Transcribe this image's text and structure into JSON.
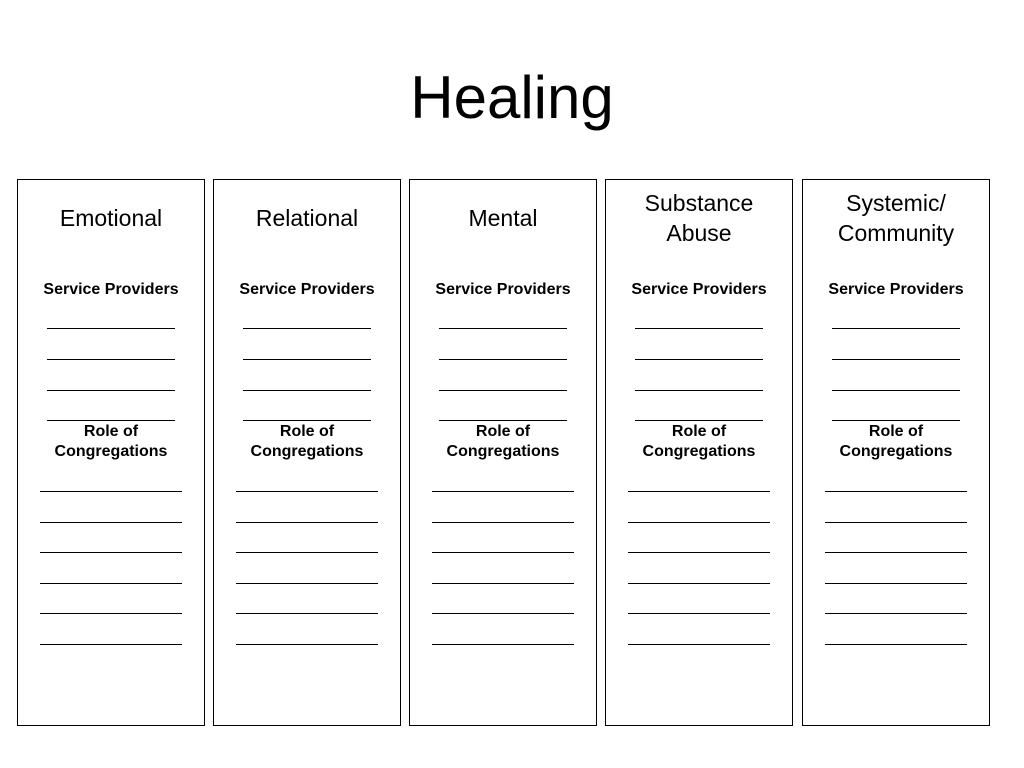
{
  "slide": {
    "title": "Healing"
  },
  "columns": [
    {
      "heading": "Emotional",
      "service_providers_label": "Service Providers",
      "role_label": "Role of\nCongregations"
    },
    {
      "heading": "Relational",
      "service_providers_label": "Service Providers",
      "role_label": "Role of\nCongregations"
    },
    {
      "heading": "Mental",
      "service_providers_label": "Service Providers",
      "role_label": "Role of\nCongregations"
    },
    {
      "heading": "Substance\nAbuse",
      "service_providers_label": "Service Providers",
      "role_label": "Role of\nCongregations"
    },
    {
      "heading": "Systemic/\nCommunity",
      "service_providers_label": "Service Providers",
      "role_label": "Role of\nCongregations"
    }
  ],
  "colors": {
    "text": "#000000",
    "border": "#000000",
    "background": "#ffffff"
  }
}
